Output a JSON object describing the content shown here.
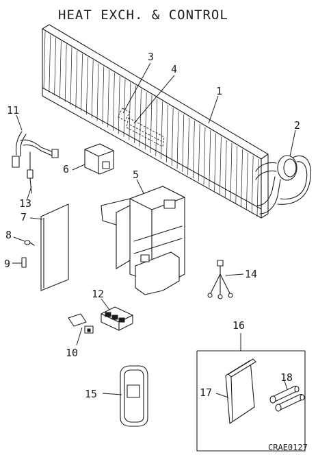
{
  "title": "HEAT EXCH. & CONTROL",
  "drawing_code": "CRAE0127",
  "parts": [
    {
      "no": "1"
    },
    {
      "no": "2"
    },
    {
      "no": "3"
    },
    {
      "no": "4"
    },
    {
      "no": "5"
    },
    {
      "no": "6"
    },
    {
      "no": "7"
    },
    {
      "no": "8"
    },
    {
      "no": "9"
    },
    {
      "no": "10"
    },
    {
      "no": "11"
    },
    {
      "no": "12"
    },
    {
      "no": "13"
    },
    {
      "no": "14"
    },
    {
      "no": "15"
    },
    {
      "no": "16"
    },
    {
      "no": "17"
    },
    {
      "no": "18"
    }
  ]
}
